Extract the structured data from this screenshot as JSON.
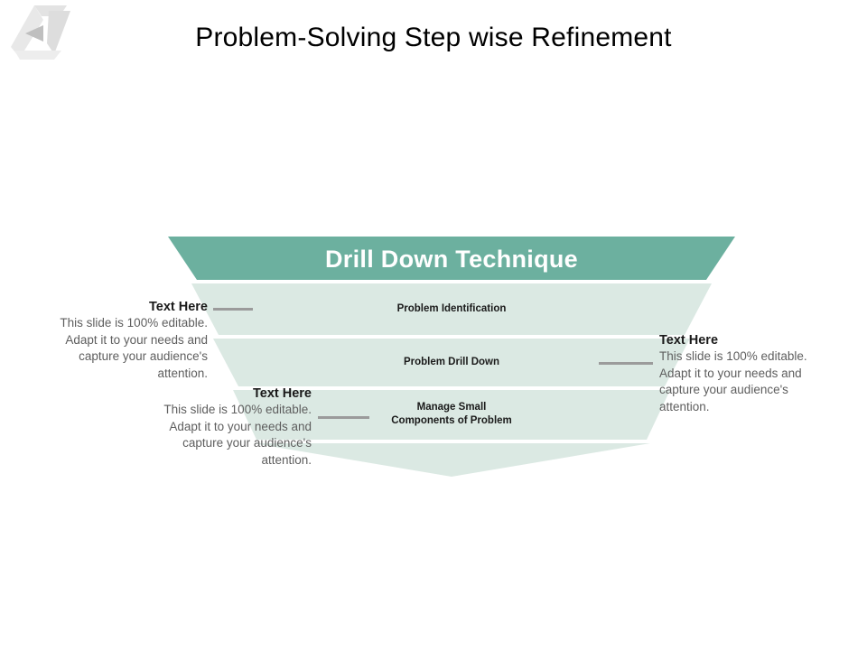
{
  "slide": {
    "title": "Problem-Solving Step wise Refinement",
    "logo_name": "triangle-play-logo",
    "background_color": "#FFFFFF"
  },
  "funnel": {
    "header": {
      "label": "Drill Down Technique",
      "fill": "#6CB09F",
      "text_color": "#FFFFFF"
    },
    "band_fill": "#DBE9E3",
    "bands": [
      {
        "label": "Problem Identification"
      },
      {
        "label": "Problem Drill Down"
      },
      {
        "label": "Manage Small\nComponents of Problem"
      },
      {
        "label": ""
      }
    ]
  },
  "callouts": [
    {
      "title": "Text Here",
      "body": "This slide is 100% editable. Adapt it to your needs and capture your audience's attention.",
      "align": "right",
      "connector_color": "#9B9B9B"
    },
    {
      "title": "Text Here",
      "body": "This slide is 100% editable. Adapt it to your needs and capture your audience's attention.",
      "align": "left",
      "connector_color": "#9B9B9B"
    },
    {
      "title": "Text Here",
      "body": "This slide is 100% editable. Adapt it to your needs and capture your audience's attention.",
      "align": "right",
      "connector_color": "#9B9B9B"
    }
  ]
}
